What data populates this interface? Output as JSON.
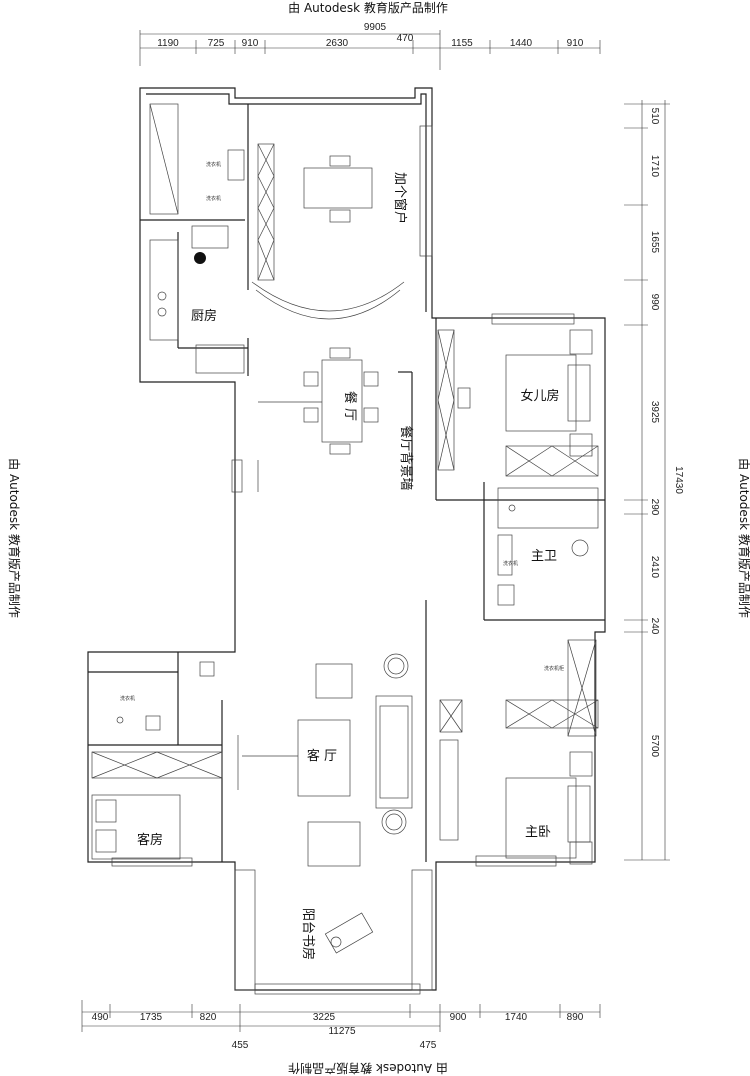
{
  "watermark": "由 Autodesk 教育版产品制作",
  "dims": {
    "top_total": "9905",
    "top": [
      "1190",
      "725",
      "910",
      "2630",
      "470",
      "1155",
      "1440",
      "910"
    ],
    "right": [
      "510",
      "1710",
      "1655",
      "990",
      "3925",
      "290",
      "2410",
      "240",
      "5700"
    ],
    "right_total": "17430",
    "bottom": [
      "490",
      "1735",
      "820",
      "3225",
      "900",
      "1740",
      "890"
    ],
    "bottom_total": "11275",
    "bottom_extra_left": "455",
    "bottom_extra_right": "475"
  },
  "rooms": {
    "kitchen": "厨房",
    "dining": "餐 厅",
    "window_note": "加个窗户",
    "dining_wall": "餐厅背景墙",
    "daughter": "女儿房",
    "master_bath": "主卫",
    "living": "客 厅",
    "guest": "客房",
    "master": "主卧",
    "balcony_study": "阳台书房"
  },
  "small_labels": {
    "fridge": "洗衣机",
    "washer": "洗衣机",
    "bath1": "洗衣机",
    "bath2": "洗衣机",
    "closet": "洗衣机柜"
  }
}
